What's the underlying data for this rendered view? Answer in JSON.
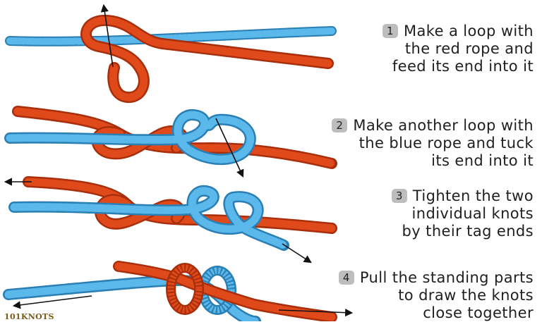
{
  "colors": {
    "red_rope": "#e04a1a",
    "red_rope_dark": "#a92f0c",
    "blue_rope": "#5bb8ea",
    "blue_rope_dark": "#2a7fb5",
    "text": "#1f1f1f",
    "number_badge": "#bdbdbd"
  },
  "steps": [
    {
      "number": "1",
      "line1": "Make a loop with",
      "line2": "the red rope and",
      "line3": "feed its end into it"
    },
    {
      "number": "2",
      "line1": "Make another loop with",
      "line2": "the blue rope and tuck",
      "line3": "its end into it"
    },
    {
      "number": "3",
      "line1": "Tighten the two",
      "line2": "individual knots",
      "line3": "by their tag ends"
    },
    {
      "number": "4",
      "line1": "Pull the standing parts",
      "line2": "to draw the knots",
      "line3": "close together"
    }
  ],
  "brand": {
    "logo_text": "101KNOTS"
  }
}
